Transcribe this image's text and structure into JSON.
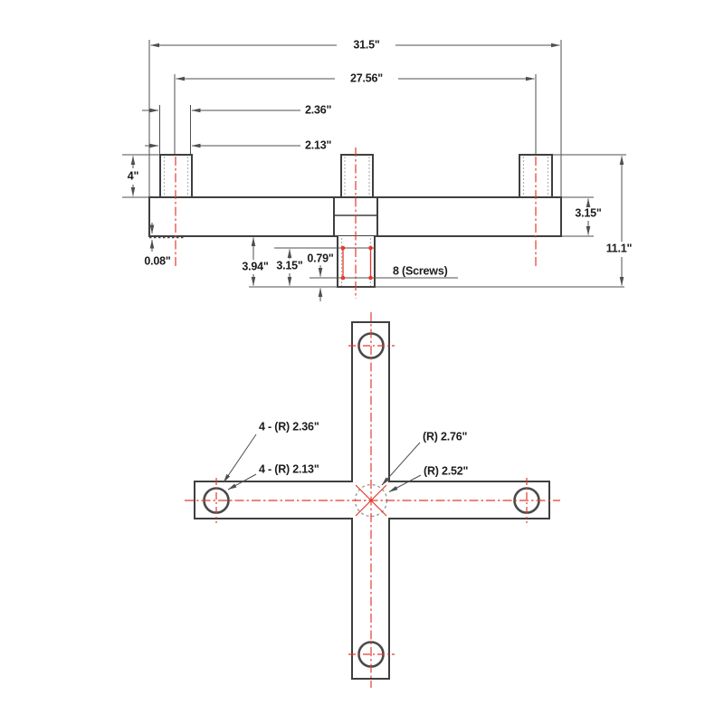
{
  "front_view": {
    "overall_width": "31.5\"",
    "center_to_center_width": "27.56\"",
    "tube_outer_width": "2.36\"",
    "tube_inner_width": "2.13\"",
    "tube_height": "4\"",
    "pad_thickness": "0.08\"",
    "boss_depth_outer": "3.94\"",
    "boss_depth_inner": "3.15\"",
    "screw_offset": "0.79\"",
    "screws_note": "8 (Screws)",
    "plate_thickness": "3.15\"",
    "overall_height": "11.1\""
  },
  "plan_view": {
    "corner_radius_outer": "4 - (R) 2.36\"",
    "corner_radius_inner": "4 - (R) 2.13\"",
    "center_radius_outer": "(R) 2.76\"",
    "center_radius_inner": "(R) 2.52\""
  },
  "colors": {
    "object_line": "#3f3f3f",
    "dimension_line": "#4f4f4f",
    "centerline_red": "#e23b2e",
    "text": "#1c1c1c",
    "background": "#ffffff"
  }
}
